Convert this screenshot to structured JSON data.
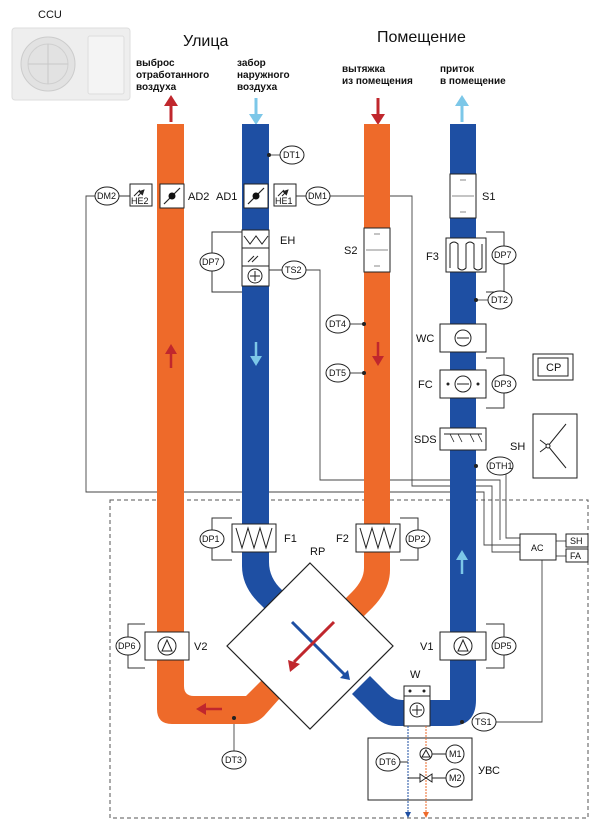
{
  "titles": {
    "ccu": "CCU",
    "street": "Улица",
    "room": "Помещение"
  },
  "streams": {
    "exhaust_out_1": "выброс",
    "exhaust_out_2": "отработанного",
    "exhaust_out_3": "воздуха",
    "fresh_in_1": "забор",
    "fresh_in_2": "наружного",
    "fresh_in_3": "воздуха",
    "extract_1": "вытяжка",
    "extract_2": "из помещения",
    "supply_1": "приток",
    "supply_2": "в помещение"
  },
  "components": {
    "DT1": "DT1",
    "DM2": "DM2",
    "HE2": "HE2",
    "AD2": "AD2",
    "AD1": "AD1",
    "HE1": "HE1",
    "DM1": "DM1",
    "S1": "S1",
    "EH": "EH",
    "DP7a": "DP7",
    "TS2": "TS2",
    "S2": "S2",
    "F3": "F3",
    "DP7b": "DP7",
    "DT2": "DT2",
    "DT4": "DT4",
    "WC": "WC",
    "DT5": "DT5",
    "FC": "FC",
    "DP3": "DP3",
    "CP": "CP",
    "SDS": "SDS",
    "SHbox": "SH",
    "DTH1": "DTH1",
    "DP1": "DP1",
    "F1": "F1",
    "F2": "F2",
    "DP2": "DP2",
    "RP": "RP",
    "AC": "AC",
    "SH": "SH",
    "FA": "FA",
    "DP6": "DP6",
    "V2": "V2",
    "V1": "V1",
    "DP5": "DP5",
    "W": "W",
    "TS1": "TS1",
    "DT3": "DT3",
    "DT6": "DT6",
    "M1": "M1",
    "M2": "M2",
    "UVS": "УВС"
  },
  "colors": {
    "warm_duct": "#EE6A2A",
    "cold_duct": "#1E4FA3",
    "red_arrow": "#C0272D",
    "light_blue_arrow": "#7CC7E8",
    "line": "#333333"
  }
}
